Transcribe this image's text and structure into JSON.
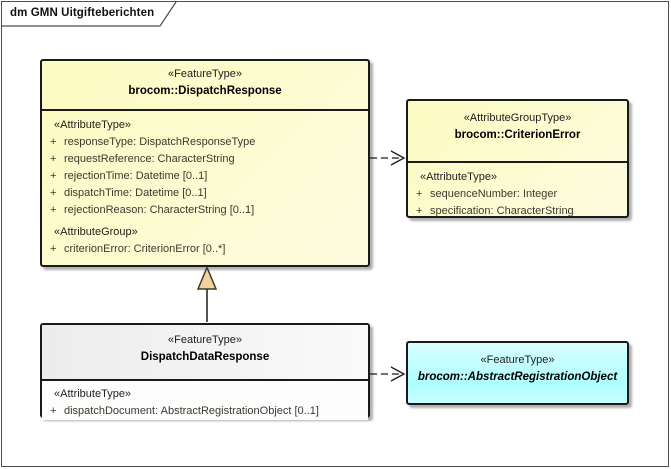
{
  "frame": {
    "title": "dm GMN Uitgifteberichten"
  },
  "colors": {
    "class_yellow": "#FCFBC1",
    "class_gray": "#ECECEC",
    "class_cyan": "#AEFEFF",
    "generalization_triangle": "#F2D3A0",
    "box_border": "#1A1A1A",
    "attribute_text": "#3B3A2F"
  },
  "boxes": {
    "dispatchResponse": {
      "stereotype": "«FeatureType»",
      "name": "brocom::DispatchResponse",
      "rows": [
        {
          "kind": "stereo",
          "text": "«AttributeType»"
        },
        {
          "vis": "+",
          "text": "responseType: DispatchResponseType"
        },
        {
          "vis": "+",
          "text": "requestReference: CharacterString"
        },
        {
          "vis": "+",
          "text": "rejectionTime: Datetime [0..1]"
        },
        {
          "vis": "+",
          "text": "dispatchTime: Datetime [0..1]"
        },
        {
          "vis": "+",
          "text": "rejectionReason: CharacterString [0..1]"
        },
        {
          "kind": "stereo",
          "text": "«AttributeGroup»"
        },
        {
          "vis": "+",
          "text": "criterionError: CriterionError [0..*]"
        }
      ]
    },
    "criterionError": {
      "stereotype": "«AttributeGroupType»",
      "name": "brocom::CriterionError",
      "rows": [
        {
          "kind": "stereo",
          "text": "«AttributeType»"
        },
        {
          "vis": "+",
          "text": "sequenceNumber: Integer"
        },
        {
          "vis": "+",
          "text": "specification: CharacterString"
        }
      ]
    },
    "dispatchDataResponse": {
      "stereotype": "«FeatureType»",
      "name": "DispatchDataResponse",
      "rows": [
        {
          "kind": "stereo",
          "text": "«AttributeType»"
        },
        {
          "vis": "+",
          "text": "dispatchDocument: AbstractRegistrationObject [0..1]"
        }
      ]
    },
    "abstractRegistrationObject": {
      "stereotype": "«FeatureType»",
      "name": "brocom::AbstractRegistrationObject"
    }
  },
  "connectors": {
    "generalization": {
      "type": "generalization",
      "from": "DispatchDataResponse",
      "to": "brocom::DispatchResponse"
    },
    "dependencyCriterion": {
      "type": "dependency",
      "from": "brocom::DispatchResponse",
      "to": "brocom::CriterionError"
    },
    "dependencyAbstract": {
      "type": "dependency",
      "from": "DispatchDataResponse",
      "to": "brocom::AbstractRegistrationObject"
    }
  }
}
